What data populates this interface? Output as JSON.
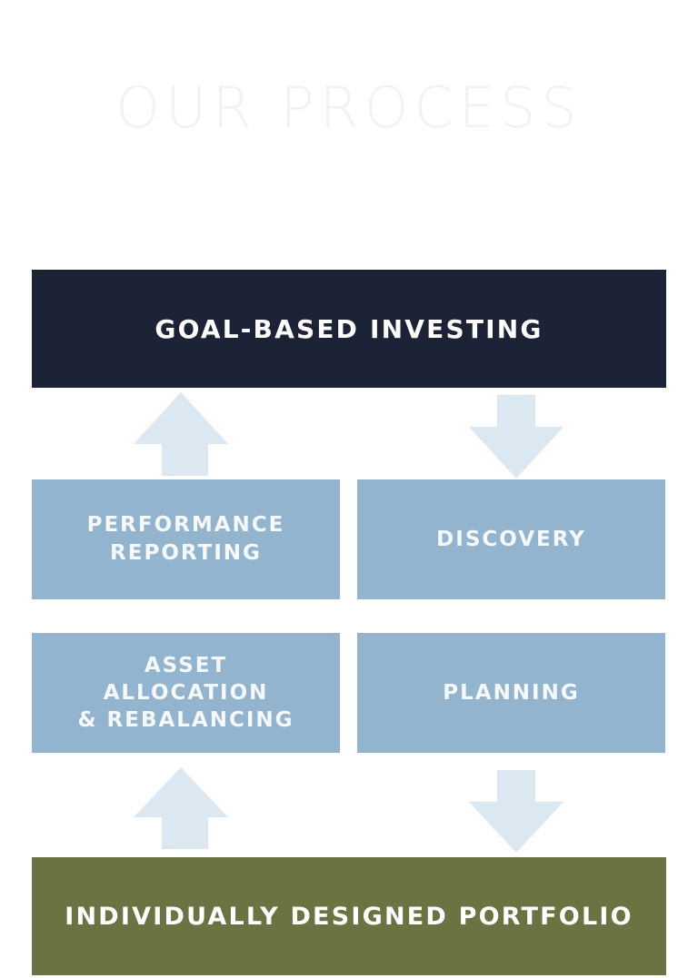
{
  "title": "OUR PROCESS",
  "top_box": "GOAL-BASED INVESTING",
  "steps": {
    "performance": [
      "PERFORMANCE",
      "REPORTING"
    ],
    "discovery": "DISCOVERY",
    "asset": [
      "ASSET",
      "ALLOCATION",
      "& REBALANCING"
    ],
    "planning": "PLANNING"
  },
  "bottom_box": "INDIVIDUALLY DESIGNED PORTFOLIO",
  "colors": {
    "dark_navy": "#1d2336",
    "steel_blue": "#92b4ce",
    "arrow": "#dce8f1",
    "olive": "#6a7442",
    "title": "#f1f2f2"
  },
  "icons": {
    "up": "arrow-up-icon",
    "down": "arrow-down-icon"
  }
}
